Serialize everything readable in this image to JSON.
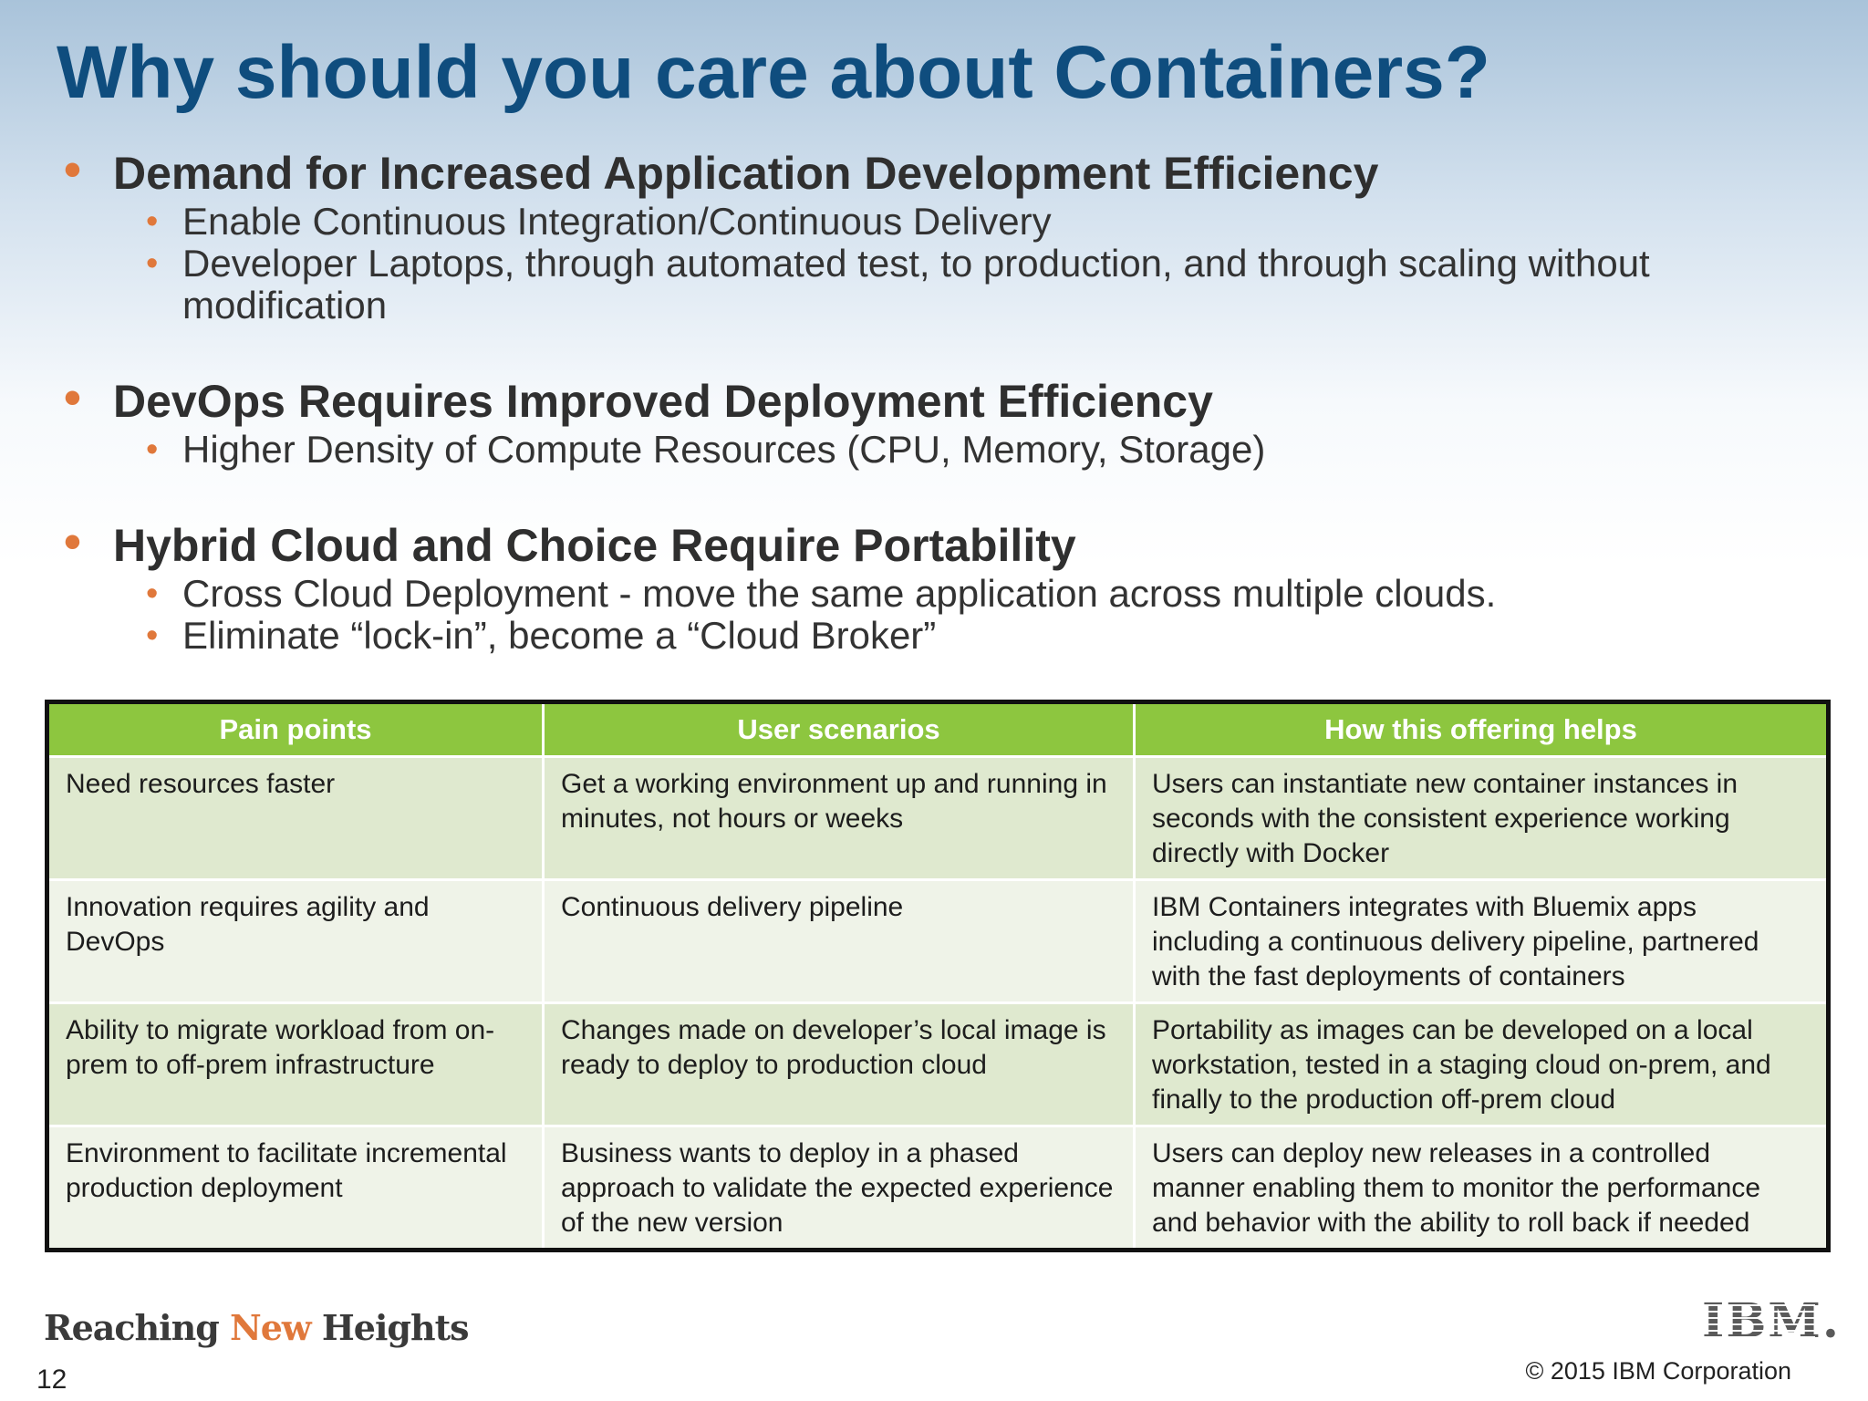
{
  "title": "Why should you care about Containers?",
  "bullet_glyph": "•",
  "sections": [
    {
      "heading": "Demand for Increased Application Development Efficiency",
      "items": [
        "Enable Continuous Integration/Continuous Delivery",
        "Developer Laptops, through automated test, to production, and through scaling without modification"
      ]
    },
    {
      "heading": "DevOps Requires Improved Deployment Efficiency",
      "items": [
        "Higher Density of Compute Resources (CPU, Memory, Storage)"
      ]
    },
    {
      "heading": "Hybrid Cloud and Choice Require Portability",
      "items": [
        "Cross Cloud Deployment - move the same application across multiple clouds.",
        "Eliminate “lock-in”, become a “Cloud Broker”"
      ]
    }
  ],
  "table": {
    "headers": [
      "Pain points",
      "User scenarios",
      "How this offering helps"
    ],
    "rows": [
      [
        "Need resources faster",
        "Get a working environment up and running in minutes, not hours or weeks",
        "Users can instantiate new container instances in seconds with the consistent experience working directly with Docker"
      ],
      [
        "Innovation requires agility and DevOps",
        "Continuous delivery pipeline",
        "IBM Containers integrates with Bluemix apps including a continuous delivery pipeline, partnered with the fast deployments of containers"
      ],
      [
        "Ability to migrate workload from on-prem to off-prem infrastructure",
        "Changes made on developer’s local image is ready to deploy to production cloud",
        "Portability as images can be developed on a local workstation, tested in a staging cloud on-prem, and finally to the production off-prem cloud"
      ],
      [
        "Environment to facilitate incremental production deployment",
        "Business wants to deploy in a phased approach to validate the expected experience of the new version",
        "Users can deploy new releases in a controlled manner enabling them to monitor the performance and behavior with the ability to roll back if needed"
      ]
    ]
  },
  "footer": {
    "tagline_part1": "Reaching ",
    "tagline_part2": "New",
    "tagline_part3": " Heights",
    "page_number": "12",
    "logo": "IBM.",
    "copyright": "© 2015 IBM Corporation"
  },
  "colors": {
    "title": "#0f4d7e",
    "bullet": "#e0783b",
    "table_header": "#8dc63f",
    "row_odd": "#dfe9cf",
    "row_even": "#eff3e8"
  }
}
